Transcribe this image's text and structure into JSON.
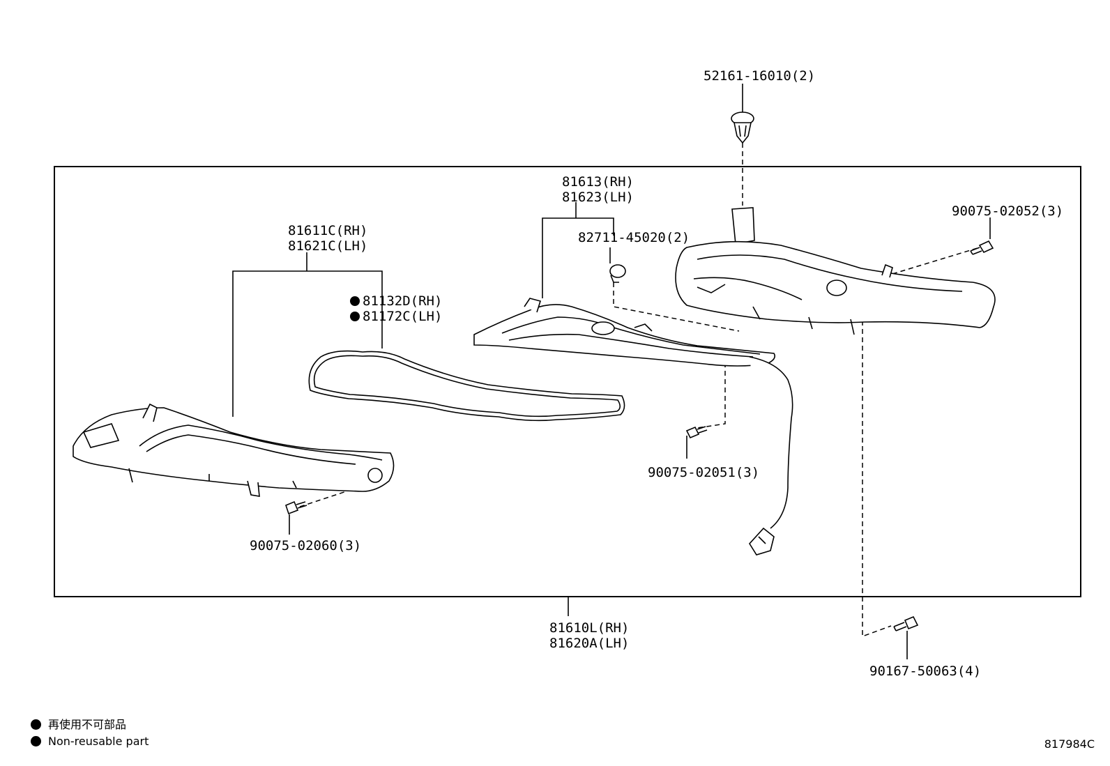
{
  "callouts": {
    "clip_top": "52161-16010(2)",
    "screw_right_top": "90075-02052(3)",
    "housing_rh": "81613(RH)",
    "housing_lh": "81623(LH)",
    "clamp": "82711-45020(2)",
    "lens_rh": "81611C(RH)",
    "lens_lh": "81621C(LH)",
    "gasket_rh": "81132D(RH)",
    "gasket_lh": "81172C(LH)",
    "screw_mid": "90075-02051(3)",
    "screw_left": "90075-02060(3)",
    "assy_rh": "81610L(RH)",
    "assy_lh": "81620A(LH)",
    "bolt_bottom": "90167-50063(4)"
  },
  "legend": {
    "line_ja": "再使用不可部品",
    "line_en": "Non-reusable part"
  },
  "figure_number": "817984C"
}
